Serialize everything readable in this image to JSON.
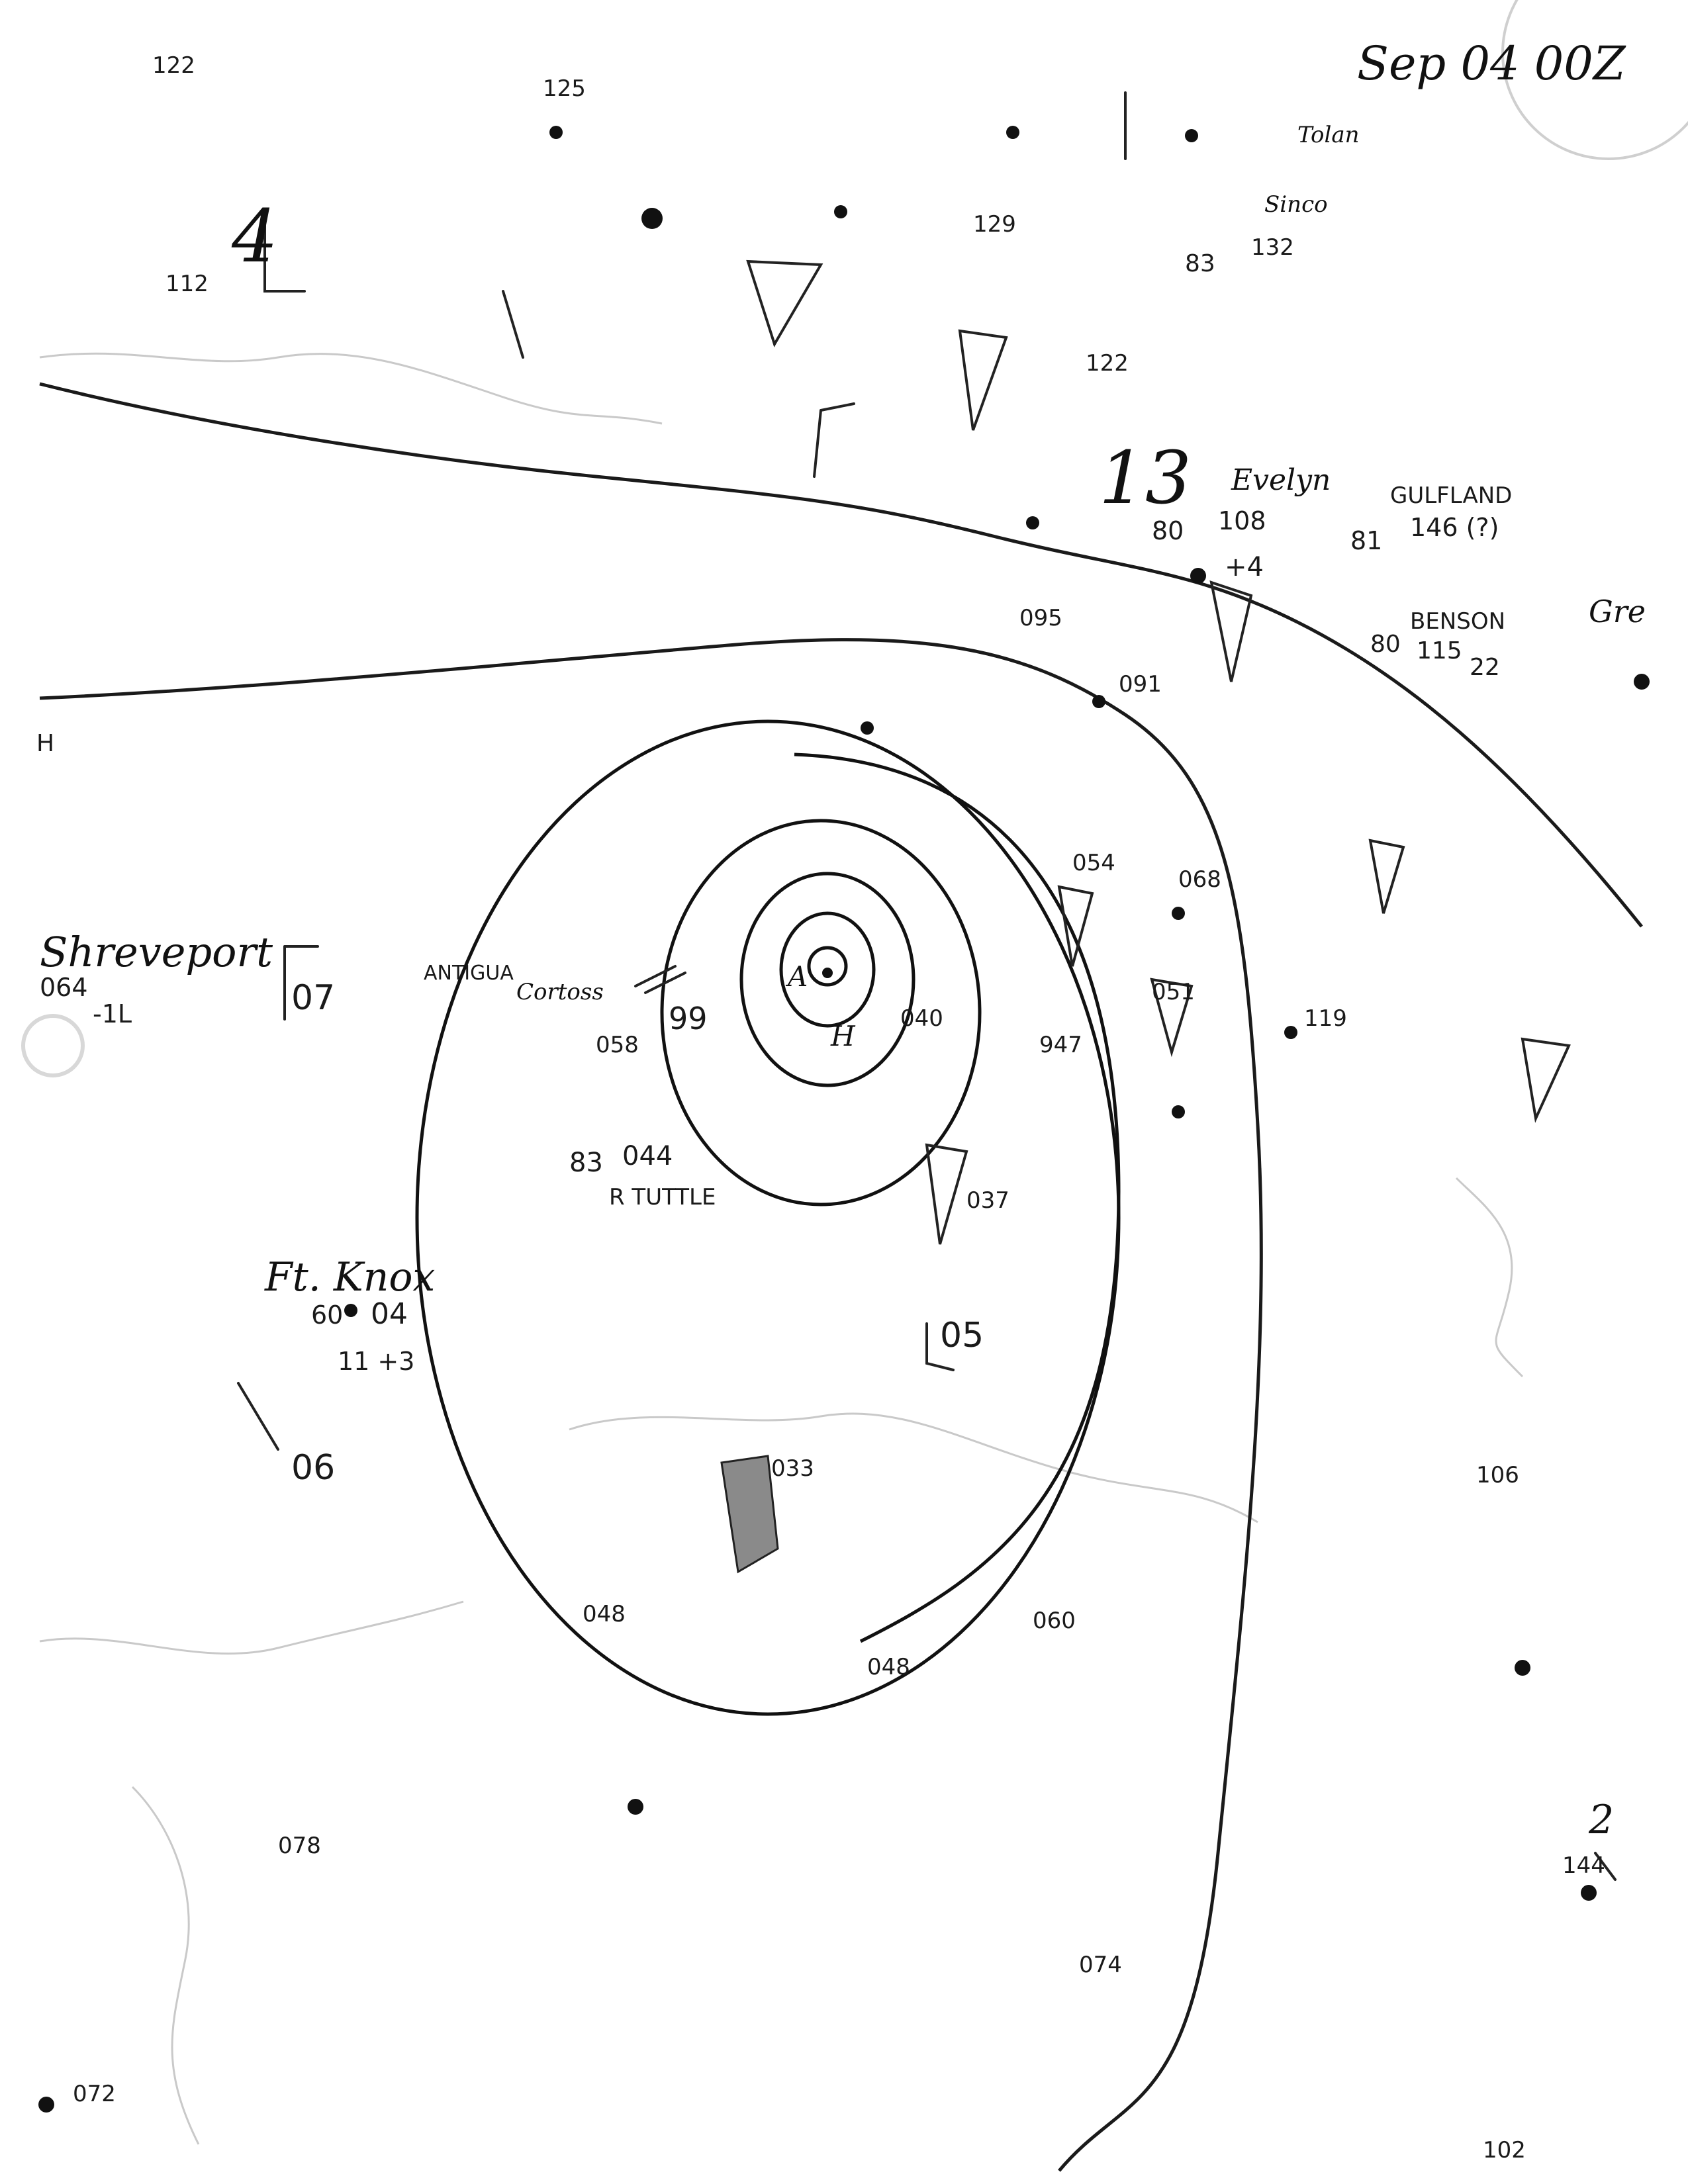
{
  "map": {
    "valid_time_label": "Sep 04 00Z",
    "ink_color": "#111111",
    "coast_color": "#c9c9c9",
    "shading_color": "#888888"
  },
  "labels": {
    "shreveport": "Shreveport",
    "shreveport_obs": "064",
    "shreveport_tend": "-1L",
    "shreveport_wind": "07",
    "antigua": "ANTIGUA",
    "antigua_sub": "Cortoss",
    "ft_knox": "Ft. Knox",
    "ft_knox_obs": "04",
    "ft_knox_temp": "60",
    "ft_knox_tend": "11 +3",
    "r_tuttle": "R TUTTLE",
    "r_tuttle_obs": "044",
    "r_tuttle_temp": "83",
    "evelyn": "Evelyn",
    "evelyn_press": "108",
    "evelyn_temp": "80",
    "evelyn_tend": "+4",
    "gulfland": "GULFLAND",
    "gulfland_press": "146 (?)",
    "gulfland_temp": "81",
    "benson": "BENSON",
    "benson_press": "115",
    "benson_temp": "80",
    "benson_tend": "22",
    "sinco": "Sinco",
    "sinco_press": "132",
    "sinco_temp": "83",
    "tolan": "Tolan",
    "h_left": "H",
    "gre": "Gre",
    "center_a": "A",
    "center_h": "H",
    "pressure_05": "05",
    "pressure_06": "06",
    "obs_947": "947",
    "obs_037": "037",
    "obs_033": "033",
    "obs_048a": "048",
    "obs_048b": "048",
    "obs_060": "060",
    "obs_074": "074",
    "obs_078": "078",
    "obs_072": "072",
    "obs_144": "144",
    "obs_102": "102",
    "obs_122": "122",
    "obs_112": "112",
    "obs_125": "125",
    "obs_129": "129",
    "obs_095": "095",
    "obs_091": "091",
    "obs_054": "054",
    "obs_068": "068",
    "obs_058": "058",
    "obs_051": "051",
    "obs_040": "040",
    "obs_119": "119",
    "obs_106": "106",
    "obs_122b": "122",
    "obs_99": "99",
    "num_13": "13",
    "num_4": "4",
    "num_2": "2"
  }
}
